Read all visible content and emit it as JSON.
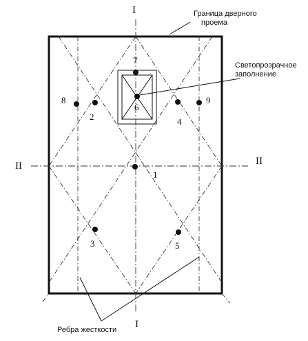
{
  "labels": {
    "section_top": "I",
    "section_bottom": "I",
    "section_left": "II",
    "section_right": "II",
    "door_boundary_line1": "Граница дверного",
    "door_boundary_line2": "проема",
    "glazing_line1": "Светопрозрачное",
    "glazing_line2": "заполнение",
    "ribs": "Ребра жесткости"
  },
  "points": {
    "p1": "1",
    "p2": "2",
    "p3": "3",
    "p4": "4",
    "p5": "5",
    "p6": "6",
    "p7": "7",
    "p8": "8",
    "p9": "9"
  },
  "colors": {
    "ink": "#111111",
    "background": "#ffffff"
  }
}
